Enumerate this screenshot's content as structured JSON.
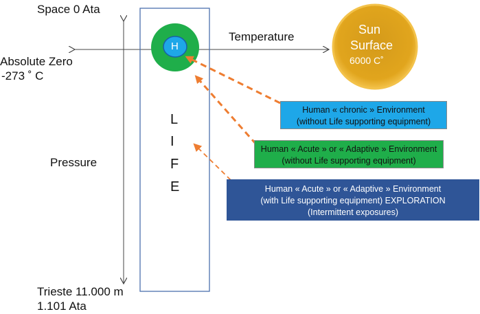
{
  "labels": {
    "space": "Space  0 Ata",
    "absolute_zero_1": "Absolute Zero",
    "absolute_zero_2": "-273 ˚ C",
    "temperature": "Temperature",
    "pressure": "Pressure",
    "trieste_1": "Trieste 11.000 m",
    "trieste_2": "1.101 Ata",
    "h": "H",
    "life": [
      "L",
      "I",
      "F",
      "E"
    ]
  },
  "sun": {
    "line1": "Sun",
    "line2": "Surface",
    "line3": "6000 C˚"
  },
  "boxes": {
    "chronic": {
      "line1": "Human « chronic »  Environment",
      "line2": "(without Life supporting equipment)"
    },
    "acute": {
      "line1": "Human « Acute » or « Adaptive » Environment",
      "line2": "(without Life supporting equipment)"
    },
    "exploration": {
      "line1": "Human « Acute » or « Adaptive » Environment",
      "line2": "(with Life supporting equipment) EXPLORATION",
      "line3": "(Intermittent exposures)"
    }
  },
  "colors": {
    "sun_fill": "#e1a51d",
    "sun_edge": "#f3c24a",
    "green": "#1fae4a",
    "blue_light": "#1ea7e8",
    "blue_dark": "#2f5597",
    "orange": "#ee7d31",
    "rect_border": "#4a6fae"
  }
}
